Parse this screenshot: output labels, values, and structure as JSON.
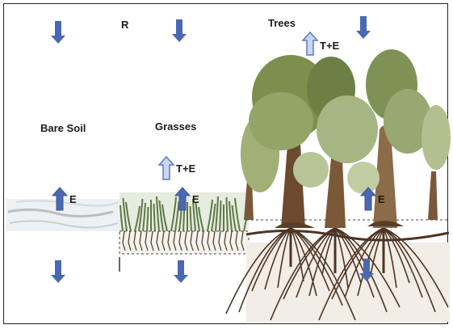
{
  "labels": {
    "precip": "R",
    "bare_soil": "Bare Soil",
    "grasses": "Grasses",
    "trees": "Trees",
    "grass_transpiration": "T+E",
    "tree_transpiration": "T+E",
    "soil_evaporation": "E",
    "grass_evaporation": "E",
    "tree_evaporation": "E"
  },
  "colors": {
    "down_arrow": "#4a68b2",
    "up_arrow_outline": "#5b7cc2",
    "up_arrow_fill": "#c9d7f0",
    "foliage": "#8fa05e",
    "trunk": "#6b4a2e",
    "roots": "#4e3523",
    "grass": "#5d7a45",
    "soil": "#d8dde2"
  },
  "icons": [
    "arrow-down-icon",
    "arrow-up-icon"
  ]
}
